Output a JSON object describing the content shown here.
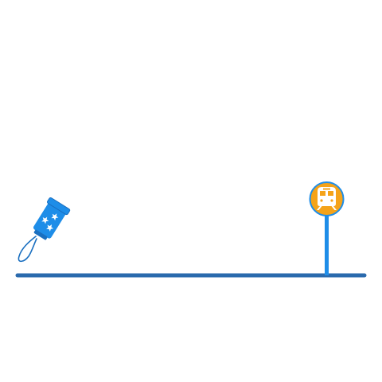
{
  "scene": {
    "background": "#ffffff",
    "ground": {
      "name": "ground-line",
      "color": "#2a6aad"
    },
    "launcher": {
      "name": "firework-cannon",
      "icon": "firework-rocket-icon",
      "body_color": "#1e8de8",
      "band_color": "#1e8de8",
      "fuse_color": "#1a6fc0",
      "decoration": "star-icon",
      "decoration_color": "#ffffff",
      "star_count": 3
    },
    "station_sign": {
      "name": "train-station-sign",
      "icon": "train-icon",
      "sign_color": "#f5a319",
      "sign_border": "#1e8de8",
      "pole_color": "#1e8de8",
      "icon_color": "#ffffff"
    }
  }
}
